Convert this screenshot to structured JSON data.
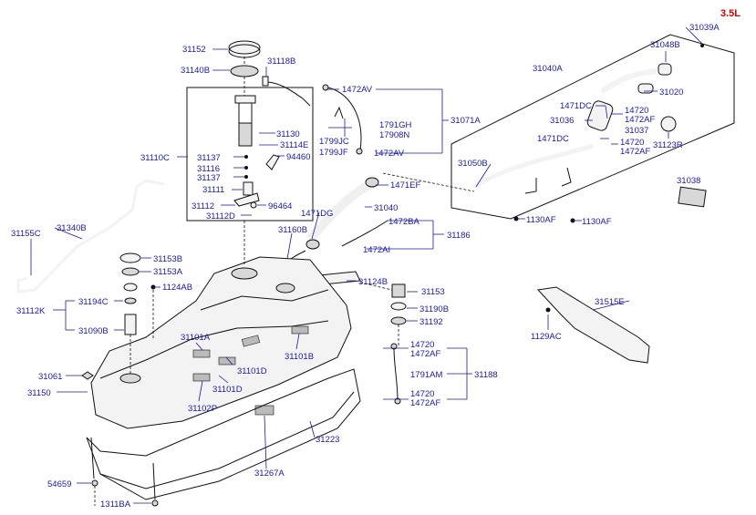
{
  "engine": "3.5L",
  "parts": {
    "p31152": "31152",
    "p31140B": "31140B",
    "p31118B": "31118B",
    "p1472AV_1": "1472AV",
    "p31071A": "31071A",
    "p1791GH": "1791GH",
    "p17908N": "17908N",
    "p1799JC": "1799JC",
    "p1799JF": "1799JF",
    "p1472AV_2": "1472AV",
    "p31130": "31130",
    "p31114E": "31114E",
    "p94460": "94460",
    "p31110C": "31110C",
    "p31137_1": "31137",
    "p31116": "31116",
    "p31137_2": "31137",
    "p31111": "31111",
    "p31112": "31112",
    "p31112D": "31112D",
    "p96464": "96464",
    "p31039A": "31039A",
    "p31048B": "31048B",
    "p31040A": "31040A",
    "p31020": "31020",
    "p1471DC_1": "1471DC",
    "p14720_1": "14720",
    "p1472AF_1": "1472AF",
    "p31036": "31036",
    "p31037": "31037",
    "p1471DC_2": "1471DC",
    "p14720_2": "14720",
    "p1472AF_2": "1472AF",
    "p31123R": "31123R",
    "p31050B": "31050B",
    "p31038": "31038",
    "p1130AF_1": "1130AF",
    "p1130AF_2": "1130AF",
    "p1471EF": "1471EF",
    "p31040": "31040",
    "p1471DG": "1471DG",
    "p1472BA": "1472BA",
    "p31160B": "31160B",
    "p31186": "31186",
    "p1472AI": "1472AI",
    "p31155C": "31155C",
    "p31340B": "31340B",
    "p31153B": "31153B",
    "p31153A": "31153A",
    "p1124AB": "1124AB",
    "p31112K": "31112K",
    "p31194C": "31194C",
    "p31090B": "31090B",
    "p31124B": "31124B",
    "p31153": "31153",
    "p31190B": "31190B",
    "p31192": "31192",
    "p31515E": "31515E",
    "p1129AC": "1129AC",
    "p31101A": "31101A",
    "p31101B": "31101B",
    "p31101D_1": "31101D",
    "p31101D_2": "31101D",
    "p31061": "31061",
    "p31150": "31150",
    "p31102P": "31102P",
    "p14720_3": "14720",
    "p1472AF_3": "1472AF",
    "p1791AM": "1791AM",
    "p31188": "31188",
    "p14720_4": "14720",
    "p1472AF_4": "1472AF",
    "p31223": "31223",
    "p31267A": "31267A",
    "p54659": "54659",
    "p1311BA": "1311BA"
  }
}
